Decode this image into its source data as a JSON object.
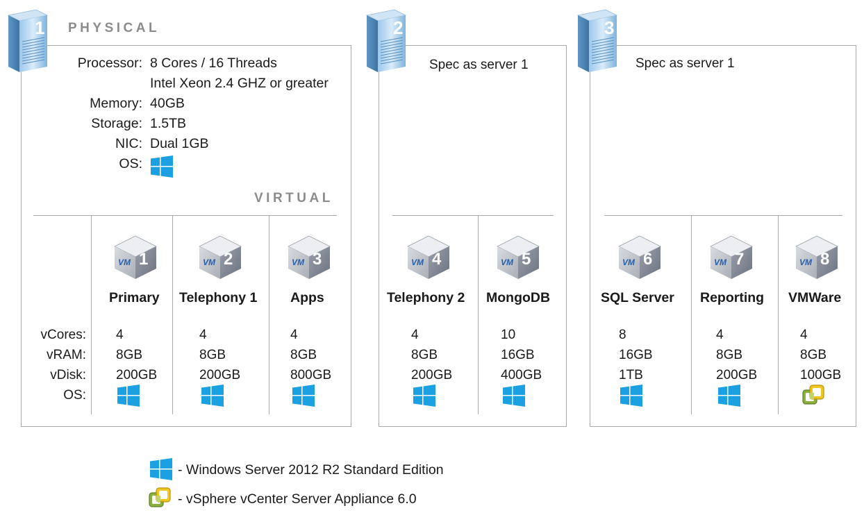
{
  "servers": [
    {
      "number": "1",
      "section_physical": "PHYSICAL",
      "section_virtual": "VIRTUAL",
      "specs": [
        {
          "key": "Processor:",
          "value": "8 Cores / 16 Threads"
        },
        {
          "key": "",
          "value": "Intel Xeon 2.4 GHZ or greater"
        },
        {
          "key": "Memory:",
          "value": "40GB"
        },
        {
          "key": "Storage:",
          "value": "1.5TB"
        },
        {
          "key": "NIC:",
          "value": "Dual 1GB"
        },
        {
          "key": "OS:",
          "value": "windows-icon"
        }
      ],
      "row_labels": [
        "vCores:",
        "vRAM:",
        "vDisk:",
        "OS:"
      ],
      "vms": [
        {
          "number": "1",
          "name": "Primary",
          "vcores": "4",
          "vram": "8GB",
          "vdisk": "200GB",
          "os": "windows-icon"
        },
        {
          "number": "2",
          "name": "Telephony 1",
          "vcores": "4",
          "vram": "8GB",
          "vdisk": "200GB",
          "os": "windows-icon"
        },
        {
          "number": "3",
          "name": "Apps",
          "vcores": "4",
          "vram": "8GB",
          "vdisk": "800GB",
          "os": "windows-icon"
        }
      ]
    },
    {
      "number": "2",
      "spec_text": "Spec as server 1",
      "vms": [
        {
          "number": "4",
          "name": "Telephony 2",
          "vcores": "4",
          "vram": "8GB",
          "vdisk": "200GB",
          "os": "windows-icon"
        },
        {
          "number": "5",
          "name": "MongoDB",
          "vcores": "10",
          "vram": "16GB",
          "vdisk": "400GB",
          "os": "windows-icon"
        }
      ]
    },
    {
      "number": "3",
      "spec_text": "Spec as server 1",
      "vms": [
        {
          "number": "6",
          "name": "SQL Server",
          "vcores": "8",
          "vram": "16GB",
          "vdisk": "1TB",
          "os": "windows-icon"
        },
        {
          "number": "7",
          "name": "Reporting",
          "vcores": "4",
          "vram": "8GB",
          "vdisk": "200GB",
          "os": "windows-icon"
        },
        {
          "number": "8",
          "name": "VMWare",
          "vcores": "4",
          "vram": "8GB",
          "vdisk": "100GB",
          "os": "vmware-icon"
        }
      ]
    }
  ],
  "vm_cube_label": "VM",
  "legend": [
    {
      "icon": "windows-icon",
      "text": "- Windows Server 2012 R2 Standard Edition"
    },
    {
      "icon": "vmware-icon",
      "text": "- vSphere vCenter Server Appliance 6.0"
    }
  ],
  "colors": {
    "windows_blue": "#1ba1e2",
    "vmware_green": "#8cb040",
    "vmware_yellow": "#f0c419",
    "border_gray": "#a9a9a9",
    "label_gray": "#8c8c8c",
    "server_blue": "#6fa7d3",
    "cube_gray": "#8f96a3"
  }
}
